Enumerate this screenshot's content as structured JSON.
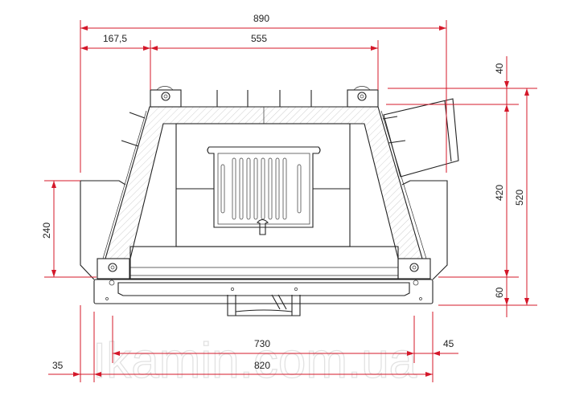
{
  "title": "Fireplace insert dimension drawing - top view",
  "dimensions": {
    "overall_width": "890",
    "left_offset": "167,5",
    "top_width": "555",
    "right_top": "40",
    "right_middle": "420",
    "right_total": "520",
    "right_bottom": "60",
    "left_height": "240",
    "front_inner": "730",
    "front_overall": "820",
    "left_bottom": "35",
    "right_bottom_offset": "45"
  },
  "watermark": "Ikamin.com.ua",
  "colors": {
    "dimension_line": "#d4182a",
    "outline": "#222222"
  }
}
